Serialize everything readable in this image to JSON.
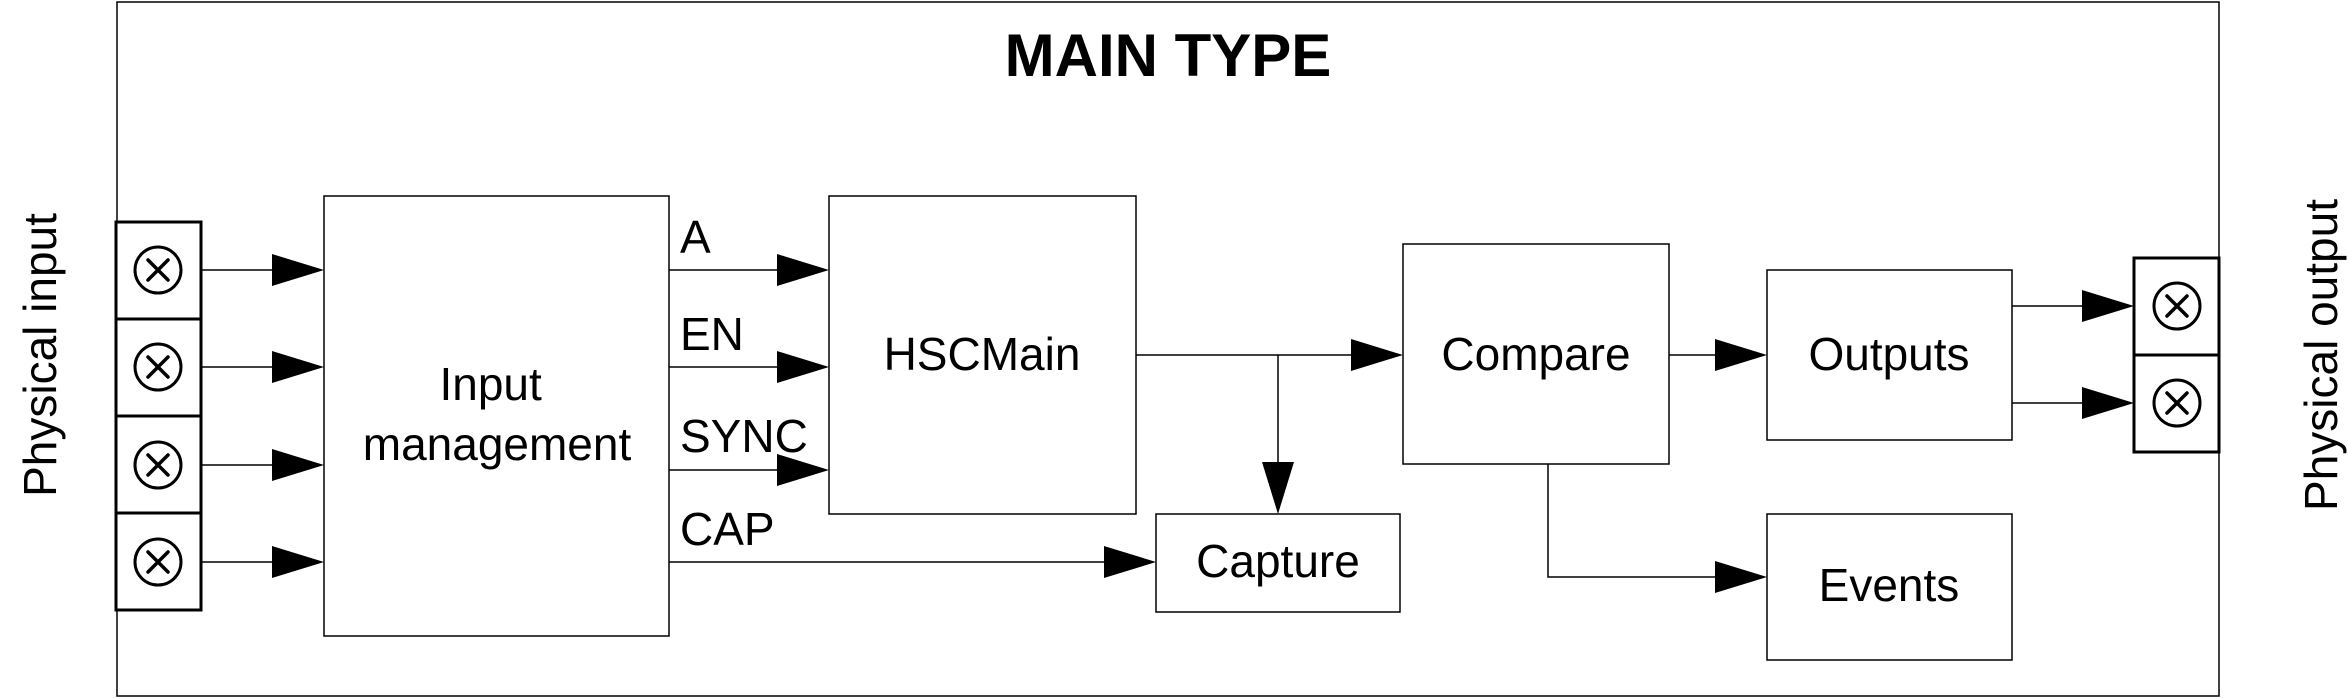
{
  "diagram": {
    "title": "MAIN TYPE",
    "physical_input_label": "Physical input",
    "physical_output_label": "Physical output",
    "blocks": {
      "input_management": [
        "Input",
        "management"
      ],
      "hscmain": "HSCMain",
      "compare": "Compare",
      "outputs": "Outputs",
      "capture": "Capture",
      "events": "Events"
    },
    "signals": {
      "a": "A",
      "en": "EN",
      "sync": "SYNC",
      "cap": "CAP"
    },
    "input_terminal_count": 4,
    "output_terminal_count": 2
  }
}
